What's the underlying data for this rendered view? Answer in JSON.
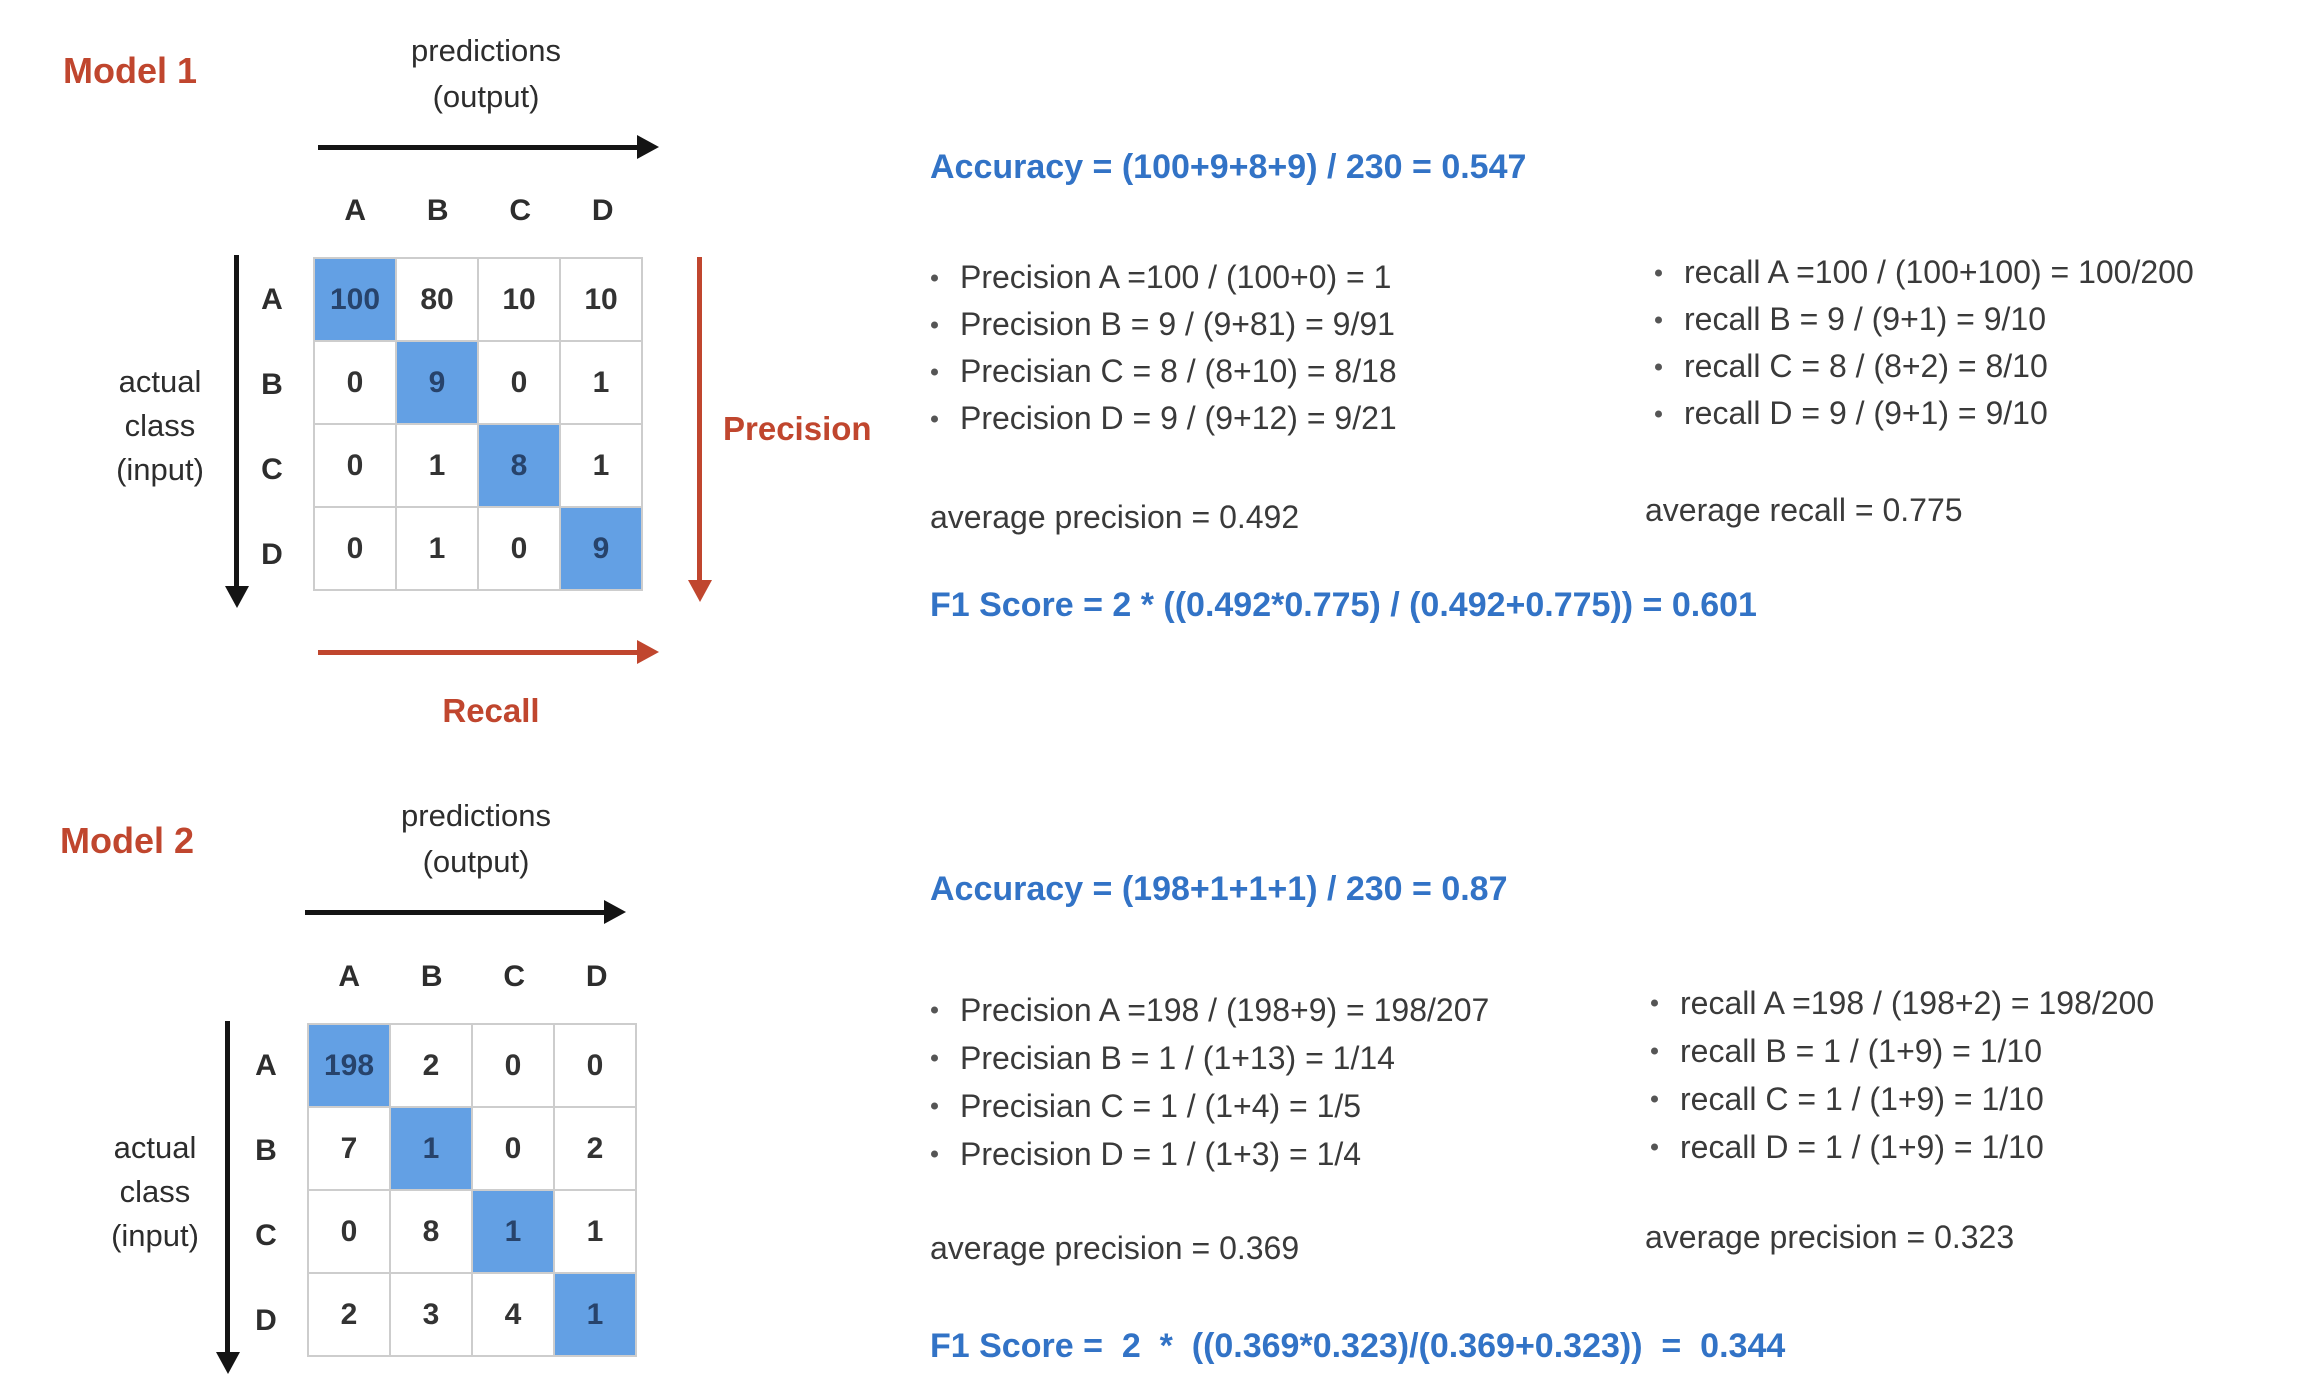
{
  "colors": {
    "accent_red": "#C0462E",
    "accent_blue": "#3273C6",
    "cell_highlight_blue": "#63A0E4",
    "grid_border": "#CDCDCD",
    "body_text": "#333333"
  },
  "models": [
    {
      "title": "Model 1",
      "top_axis": {
        "line1": "predictions",
        "line2": "(output)"
      },
      "left_axis": {
        "line1": "actual",
        "line2": "class",
        "line3": "(input)"
      },
      "col_headers": [
        "A",
        "B",
        "C",
        "D"
      ],
      "row_headers": [
        "A",
        "B",
        "C",
        "D"
      ],
      "matrix": [
        [
          100,
          80,
          10,
          10
        ],
        [
          0,
          9,
          0,
          1
        ],
        [
          0,
          1,
          8,
          1
        ],
        [
          0,
          1,
          0,
          9
        ]
      ],
      "precision_axis_label": "Precision",
      "recall_axis_label": "Recall",
      "accuracy_line": "Accuracy = (100+9+8+9) / 230 = 0.547",
      "precision_bullets": [
        "Precision A =100 / (100+0) = 1",
        "Precision B = 9 / (9+81) = 9/91",
        "Precisian C = 8 / (8+10) = 8/18",
        "Precision D = 9 / (9+12) = 9/21"
      ],
      "recall_bullets": [
        "recall A =100 / (100+100) = 100/200",
        "recall B = 9 / (9+1) = 9/10",
        "recall C = 8 / (8+2) = 8/10",
        "recall D = 9 / (9+1) = 9/10"
      ],
      "average_precision_line": "average precision = 0.492",
      "average_recall_line": "average recall = 0.775",
      "f1_line": "F1 Score = 2 * ((0.492*0.775) / (0.492+0.775)) = 0.601"
    },
    {
      "title": "Model 2",
      "top_axis": {
        "line1": "predictions",
        "line2": "(output)"
      },
      "left_axis": {
        "line1": "actual",
        "line2": "class",
        "line3": "(input)"
      },
      "col_headers": [
        "A",
        "B",
        "C",
        "D"
      ],
      "row_headers": [
        "A",
        "B",
        "C",
        "D"
      ],
      "matrix": [
        [
          198,
          2,
          0,
          0
        ],
        [
          7,
          1,
          0,
          2
        ],
        [
          0,
          8,
          1,
          1
        ],
        [
          2,
          3,
          4,
          1
        ]
      ],
      "accuracy_line": "Accuracy = (198+1+1+1) / 230 = 0.87",
      "precision_bullets": [
        "Precision A =198 / (198+9) = 198/207",
        "Precisian B = 1 / (1+13) = 1/14",
        "Precisian C = 1 / (1+4) = 1/5",
        "Precision D = 1 / (1+3) = 1/4"
      ],
      "recall_bullets": [
        "recall A =198 / (198+2) = 198/200",
        "recall B = 1 / (1+9) = 1/10",
        "recall C = 1 / (1+9) = 1/10",
        "recall D = 1 / (1+9) = 1/10"
      ],
      "average_precision_line": "average precision = 0.369",
      "average_recall_line": "average precision = 0.323",
      "f1_line": "F1 Score =  2  *  ((0.369*0.323)/(0.369+0.323))  =  0.344"
    }
  ]
}
